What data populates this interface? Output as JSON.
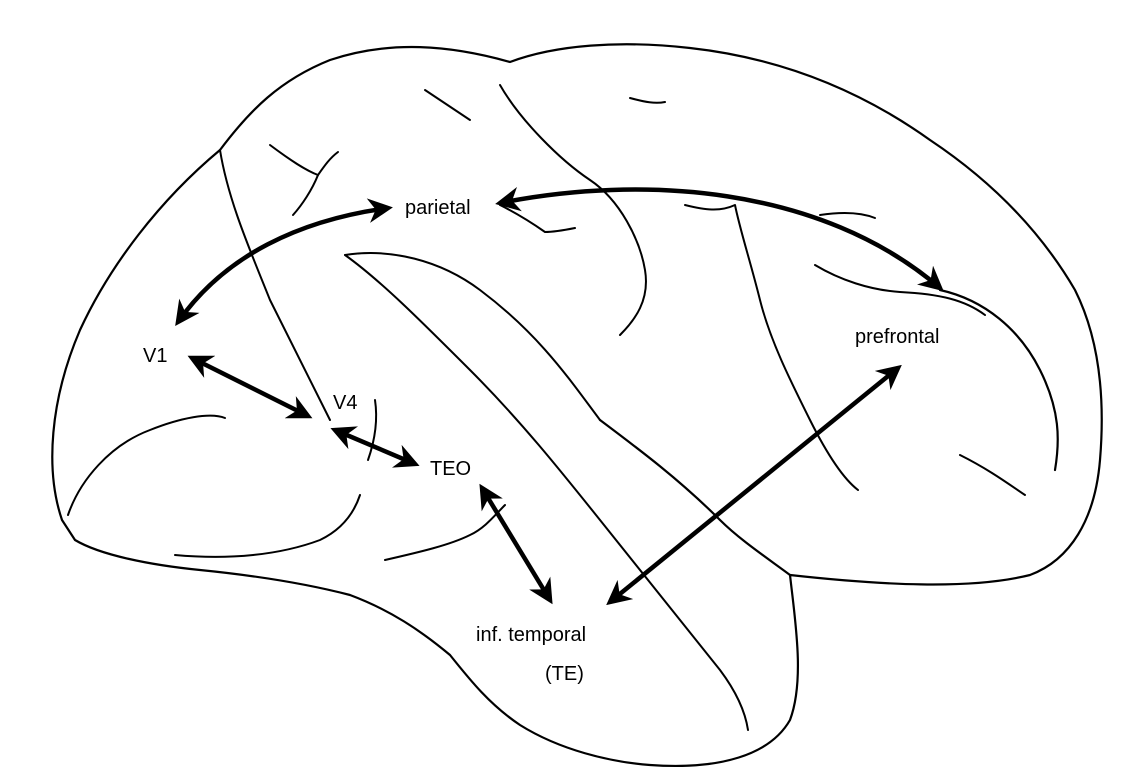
{
  "diagram": {
    "labels": {
      "parietal": "parietal",
      "v1": "V1",
      "v4": "V4",
      "teo": "TEO",
      "prefrontal": "prefrontal",
      "inf_temporal": "inf. temporal",
      "te": "(TE)"
    },
    "colors": {
      "ink": "#000000",
      "background": "#ffffff"
    }
  }
}
